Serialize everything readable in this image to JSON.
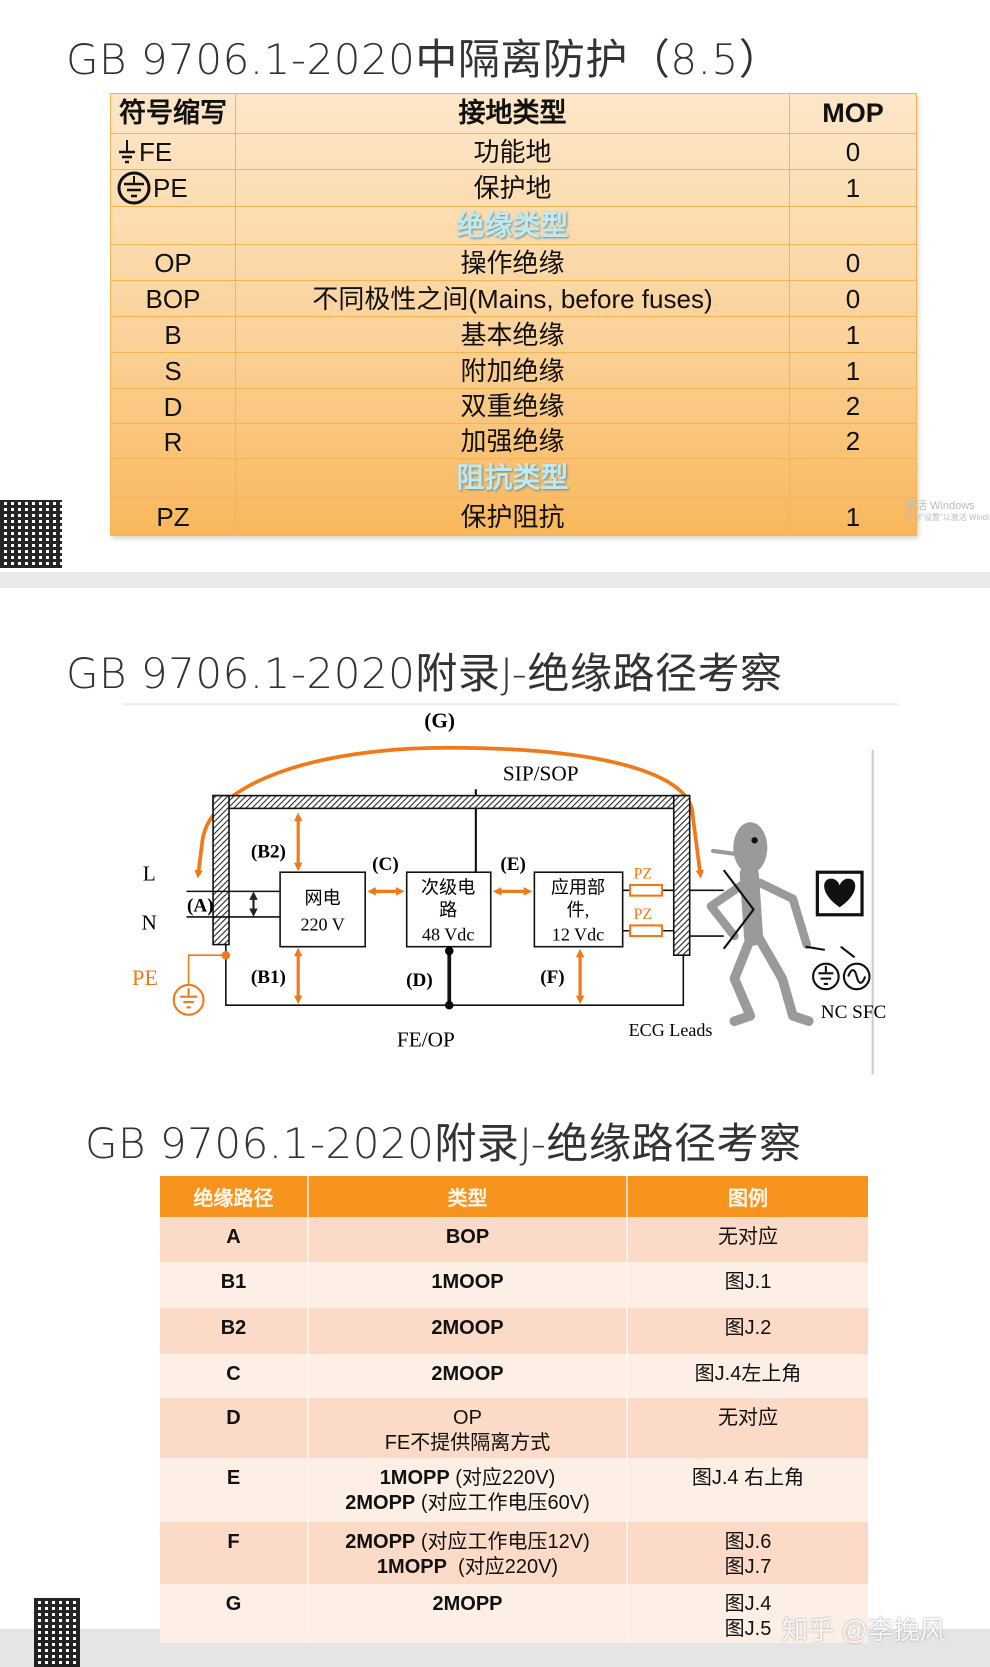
{
  "slide1": {
    "title": "GB 9706.1-2020中隔离防护（8.5）",
    "headers": [
      "符号缩写",
      "接地类型",
      "MOP"
    ],
    "rows": [
      {
        "symbol": "FE",
        "icon": "functional-earth-icon",
        "type": "功能地",
        "mop": "0"
      },
      {
        "symbol": "PE",
        "icon": "protective-earth-icon",
        "type": "保护地",
        "mop": "1"
      },
      {
        "section": "绝缘类型"
      },
      {
        "symbol": "OP",
        "type": "操作绝缘",
        "mop": "0"
      },
      {
        "symbol": "BOP",
        "type": "不同极性之间(Mains, before fuses)",
        "mop": "0"
      },
      {
        "symbol": "B",
        "type": "基本绝缘",
        "mop": "1"
      },
      {
        "symbol": "S",
        "type": "附加绝缘",
        "mop": "1"
      },
      {
        "symbol": "D",
        "type": "双重绝缘",
        "mop": "2"
      },
      {
        "symbol": "R",
        "type": "加强绝缘",
        "mop": "2"
      },
      {
        "section": "阻抗类型"
      },
      {
        "symbol": "PZ",
        "type": "保护阻抗",
        "mop": "1"
      }
    ],
    "colors": {
      "table_border": "#f5b44e",
      "table_top": "#fde6c8",
      "table_bottom": "#f9b75a"
    }
  },
  "slide2": {
    "title": "GB 9706.1-2020附录J-绝缘路径考察",
    "diagram": {
      "g": "(G)",
      "sip_sop": "SIP/SOP",
      "l": "L",
      "n": "N",
      "a": "(A)",
      "pe": "PE",
      "b2": "(B2)",
      "b1": "(B1)",
      "c": "(C)",
      "e": "(E)",
      "d": "(D)",
      "f": "(F)",
      "mains_box": [
        "网电",
        "220 V"
      ],
      "secondary_box": [
        "次级电",
        "路",
        "48 Vdc"
      ],
      "applied_box": [
        "应用部",
        "件,",
        "12 Vdc"
      ],
      "pz1": "PZ",
      "pz2": "PZ",
      "fe_op": "FE/OP",
      "ecg_leads": "ECG Leads",
      "nc_sfc": "NC SFC",
      "accent": "#f07a1a"
    }
  },
  "slide3": {
    "title": "GB 9706.1-2020附录J-绝缘路径考察",
    "headers": [
      "绝缘路径",
      "类型",
      "图例"
    ],
    "rows": [
      {
        "path": "A",
        "type": [
          [
            [
              "BOP",
              true
            ]
          ]
        ],
        "fig": [
          "无对应"
        ]
      },
      {
        "path": "B1",
        "type": [
          [
            [
              "1MOOP",
              true
            ]
          ]
        ],
        "fig": [
          "图J.1"
        ]
      },
      {
        "path": "B2",
        "type": [
          [
            [
              "2MOOP",
              true
            ]
          ]
        ],
        "fig": [
          "图J.2"
        ]
      },
      {
        "path": "C",
        "type": [
          [
            [
              "2MOOP",
              true
            ]
          ]
        ],
        "fig": [
          "图J.4左上角"
        ]
      },
      {
        "path": "D",
        "type": [
          [
            [
              "OP",
              false
            ]
          ],
          [
            [
              "FE不提供隔离方式",
              false
            ]
          ]
        ],
        "fig": [
          "无对应"
        ]
      },
      {
        "path": "E",
        "type": [
          [
            [
              "1MOPP",
              true
            ],
            [
              " (对应220V)",
              false
            ]
          ],
          [
            [
              "2MOPP",
              true
            ],
            [
              " (对应工作电压60V)",
              false
            ]
          ]
        ],
        "fig": [
          "图J.4 右上角"
        ]
      },
      {
        "path": "F",
        "type": [
          [
            [
              "2MOPP",
              true
            ],
            [
              " (对应工作电压12V)",
              false
            ]
          ],
          [
            [
              "1MOPP",
              true
            ],
            [
              "  (对应220V)",
              false
            ]
          ]
        ],
        "fig": [
          "图J.6",
          "图J.7"
        ]
      },
      {
        "path": "G",
        "type": [
          [
            [
              "2MOPP",
              true
            ]
          ]
        ],
        "fig": [
          "图J.4",
          "图J.5"
        ]
      }
    ],
    "colors": {
      "header": "#f7941d",
      "row_dark": "#fbdac8",
      "row_light": "#fdeee6"
    }
  },
  "watermark": "知乎 @李挽风",
  "activation_notice": [
    "激活 Windows",
    "转到\"设置\"以激活 Windows"
  ]
}
